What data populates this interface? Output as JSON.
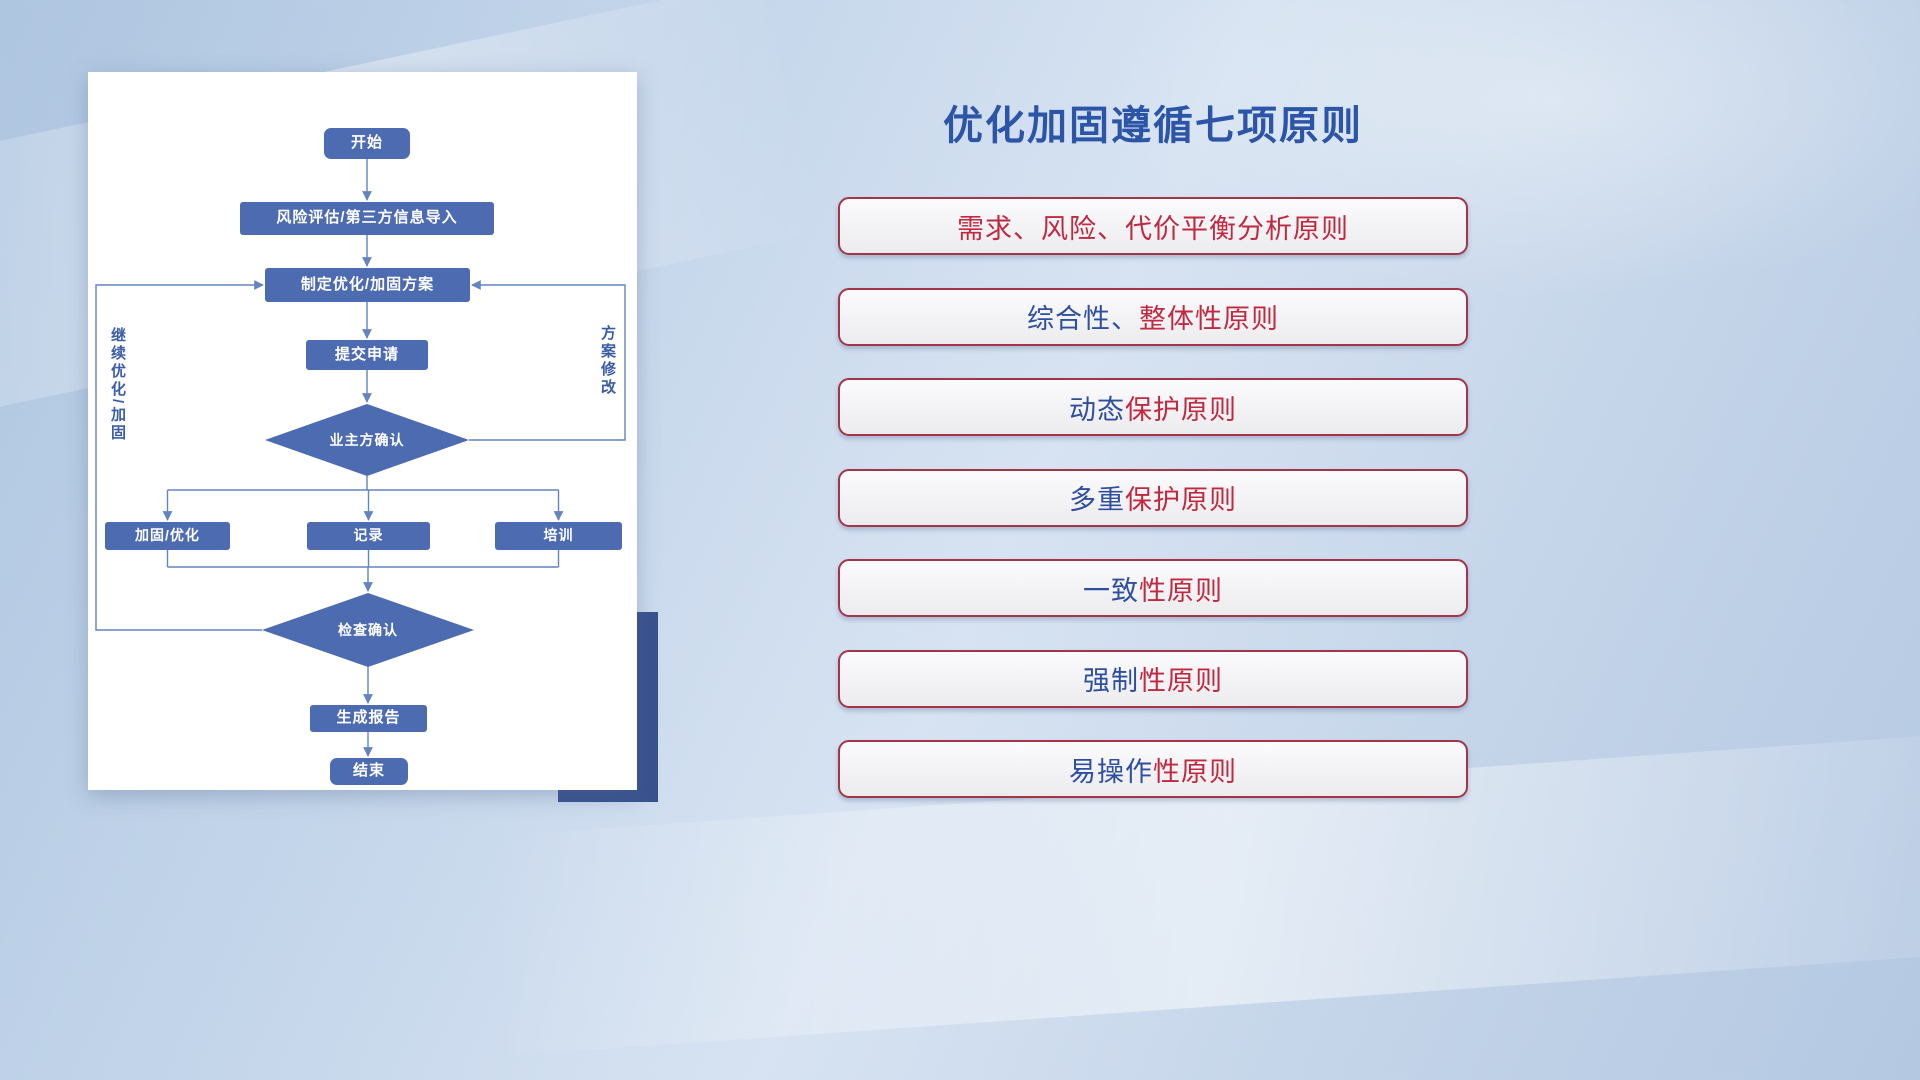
{
  "right_panel": {
    "title": "优化加固遵循七项原则",
    "principles": [
      {
        "segments": [
          {
            "text": "需求、风险、代价平衡分析原则",
            "color": "red"
          }
        ]
      },
      {
        "segments": [
          {
            "text": "综合性、",
            "color": "blue"
          },
          {
            "text": "整体性原则",
            "color": "red"
          }
        ]
      },
      {
        "segments": [
          {
            "text": "动态",
            "color": "blue"
          },
          {
            "text": "保护原则",
            "color": "red"
          }
        ]
      },
      {
        "segments": [
          {
            "text": "多重",
            "color": "blue"
          },
          {
            "text": "保护原则",
            "color": "red"
          }
        ]
      },
      {
        "segments": [
          {
            "text": "一致",
            "color": "blue"
          },
          {
            "text": "性原则",
            "color": "red"
          }
        ]
      },
      {
        "segments": [
          {
            "text": "强制",
            "color": "blue"
          },
          {
            "text": "性原则",
            "color": "red"
          }
        ]
      },
      {
        "segments": [
          {
            "text": "易操作",
            "color": "blue"
          },
          {
            "text": "性原则",
            "color": "red"
          }
        ]
      }
    ]
  },
  "flowchart": {
    "nodes": {
      "start": "开始",
      "risk_import": "风险评估/第三方信息导入",
      "make_plan": "制定优化/加固方案",
      "submit": "提交申请",
      "owner_confirm": "业主方确认",
      "harden_optimize": "加固/优化",
      "record": "记录",
      "training": "培训",
      "check_confirm": "检查确认",
      "gen_report": "生成报告",
      "end": "结束"
    },
    "loop_labels": {
      "continue_optimize": "继续优化/加固",
      "plan_modify": "方案修改"
    }
  },
  "colors": {
    "red": "#c02940",
    "blue": "#2e4f9e",
    "node_fill": "#4d6bb1",
    "line": "#6383c1",
    "title": "#2c55a8",
    "accent_block": "#39528f"
  }
}
